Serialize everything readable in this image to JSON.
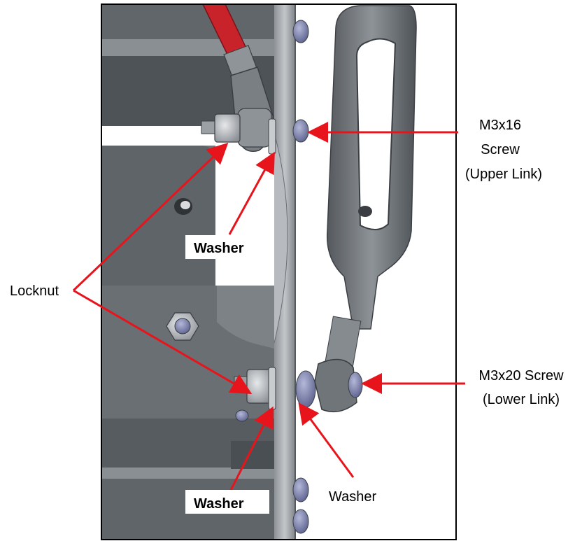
{
  "colors": {
    "background": "#ffffff",
    "frame": "#000000",
    "steel_dark": "#4f5357",
    "steel_mid": "#6b7075",
    "steel_light": "#9a9fa4",
    "steel_highlight": "#c8cbce",
    "screw_blue": "#7f84b0",
    "rod_red": "#c8232a",
    "arrow_red": "#e8141c",
    "label_box": "#ffffff"
  },
  "labels": {
    "locknut": "Locknut",
    "washer_upper": "Washer",
    "washer_lower_left": "Washer",
    "washer_lower_right": "Washer",
    "screw_upper_line1": "M3x16",
    "screw_upper_line2": "Screw",
    "screw_upper_line3": "(Upper Link)",
    "screw_lower_line1": "M3x20 Screw",
    "screw_lower_line2": "(Lower Link)"
  },
  "icons": {
    "arrowhead": "arrow-head-icon"
  }
}
